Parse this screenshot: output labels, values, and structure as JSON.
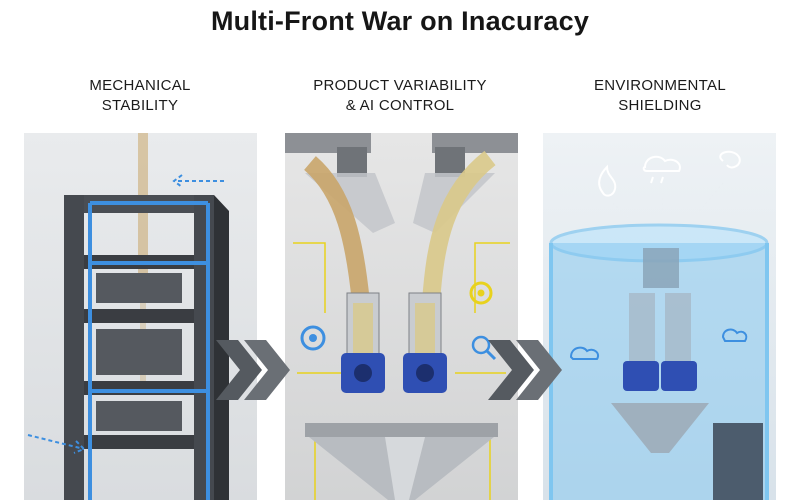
{
  "title": "Multi-Front War on Inacuracy",
  "columns": [
    {
      "line1": "MECHANICAL",
      "line2": "STABILITY"
    },
    {
      "line1": "PRODUCT VARIABILITY",
      "line2": "& AI CONTROL"
    },
    {
      "line1": "ENVIRONMENTAL",
      "line2": "SHIELDING"
    }
  ],
  "colors": {
    "frame_dark": "#3a3d42",
    "frame_blue": "#3d8fe0",
    "granule": "#c9a56a",
    "motor_blue": "#2f4fb3",
    "steel": "#b8bcc1",
    "ai_yellow": "#e8d21d",
    "shield_blue": "#7fc6f0",
    "chevron": "#555a60"
  }
}
